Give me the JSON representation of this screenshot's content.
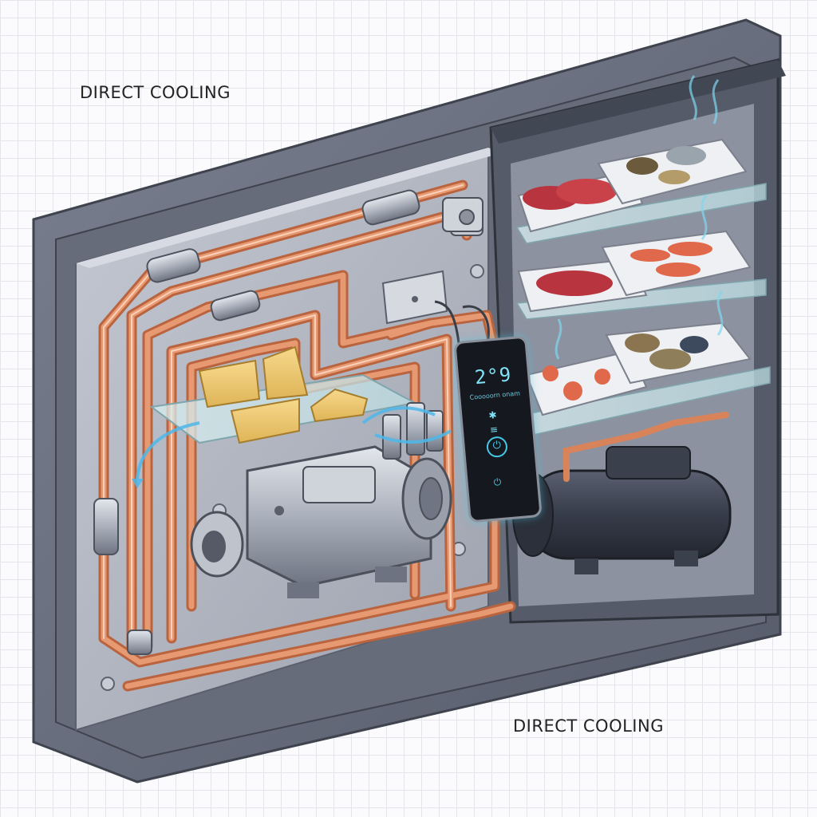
{
  "labels": {
    "top_caption": "DIRECT COOLING",
    "bottom_caption": "DIRECT COOLING"
  },
  "control_panel": {
    "display_value": "2°9",
    "status_text": "Cooooorn onam"
  },
  "colors": {
    "copper": "#d9835b",
    "copper_highlight": "#f4b494",
    "cabinet_frame": "#6b7180",
    "back_panel": "#a9aebb",
    "glass_shelf": "#cfe7ea",
    "display_glow": "#47c9e6",
    "compressor_body": "#3c4150",
    "motor_metal": "#b7bcc6"
  },
  "icons": [
    "power-icon",
    "snowflake-icon",
    "flow-arrow-icon"
  ]
}
